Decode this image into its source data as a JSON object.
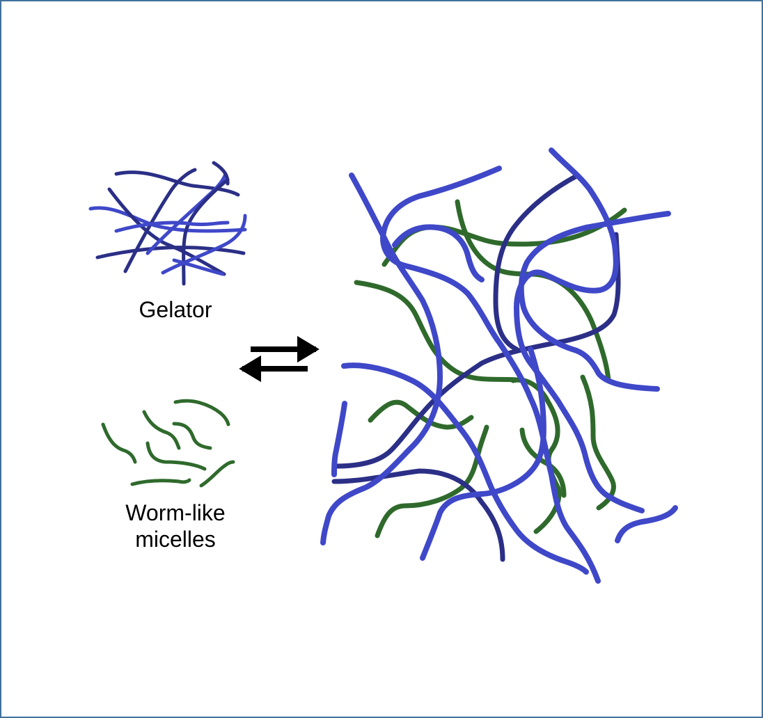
{
  "labels": {
    "gelator": "Gelator",
    "micelles_line1": "Worm-like",
    "micelles_line2": "micelles"
  },
  "colors": {
    "gelator_light": "#3f48c8",
    "gelator_dark": "#2b2f86",
    "micelle_green": "#2f6a2c",
    "arrow": "#000000",
    "border": "#41719c"
  },
  "icons": {
    "forward": "right-arrow-icon",
    "backward": "left-arrow-icon"
  }
}
